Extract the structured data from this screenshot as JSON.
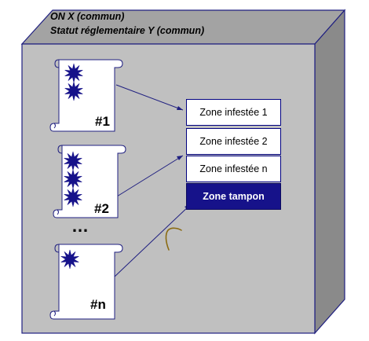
{
  "header": {
    "line1": "ON X (commun)",
    "line2": "Statut réglementaire Y (commun)"
  },
  "scrolls": [
    {
      "label": "#1",
      "stars": 2
    },
    {
      "label": "#2",
      "stars": 3
    },
    {
      "label": "#n",
      "stars": 1
    }
  ],
  "ellipsis": "…",
  "zones": [
    {
      "label": "Zone infestée 1",
      "style": "light"
    },
    {
      "label": "Zone infestée 2",
      "style": "light"
    },
    {
      "label": "Zone infestée n",
      "style": "light"
    },
    {
      "label": "Zone tampon",
      "style": "dark"
    }
  ],
  "colors": {
    "box_face": "#c0c0c0",
    "box_top": "#a3a3a3",
    "box_side": "#8a8a8a",
    "outline": "#1f1f80",
    "star": "#16128a",
    "zone_tampon_bg": "#16128a",
    "stroke_mark": "#8a6a10"
  }
}
